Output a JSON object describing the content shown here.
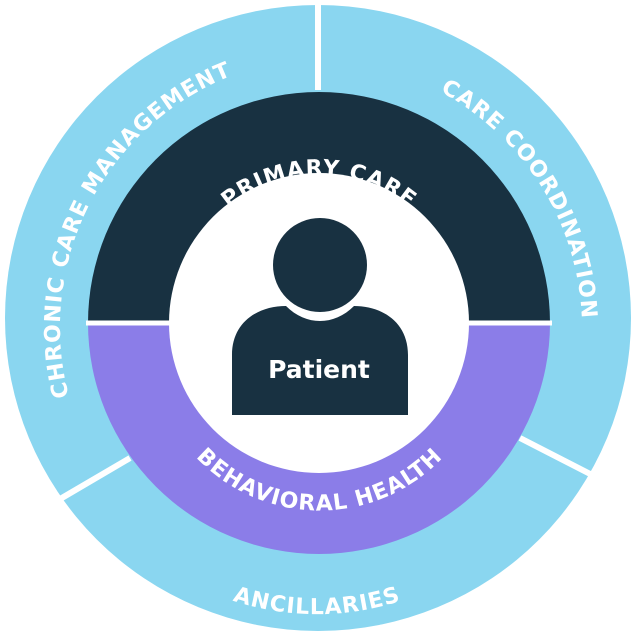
{
  "outer_ring": {
    "color": "#8ad6f0",
    "segments": [
      {
        "id": "chronic",
        "label": "CHRONIC CARE MANAGEMENT"
      },
      {
        "id": "coordination",
        "label": "CARE COORDINATION"
      },
      {
        "id": "ancillaries",
        "label": "ANCILLARIES"
      }
    ]
  },
  "inner_ring": {
    "segments": [
      {
        "id": "primary",
        "label": "PRIMARY CARE",
        "color": "#183141"
      },
      {
        "id": "behavioral",
        "label": "BEHAVIORAL HEALTH",
        "color": "#8b7de8"
      }
    ]
  },
  "center": {
    "label": "Patient",
    "icon": "person-icon",
    "icon_color": "#183141"
  }
}
